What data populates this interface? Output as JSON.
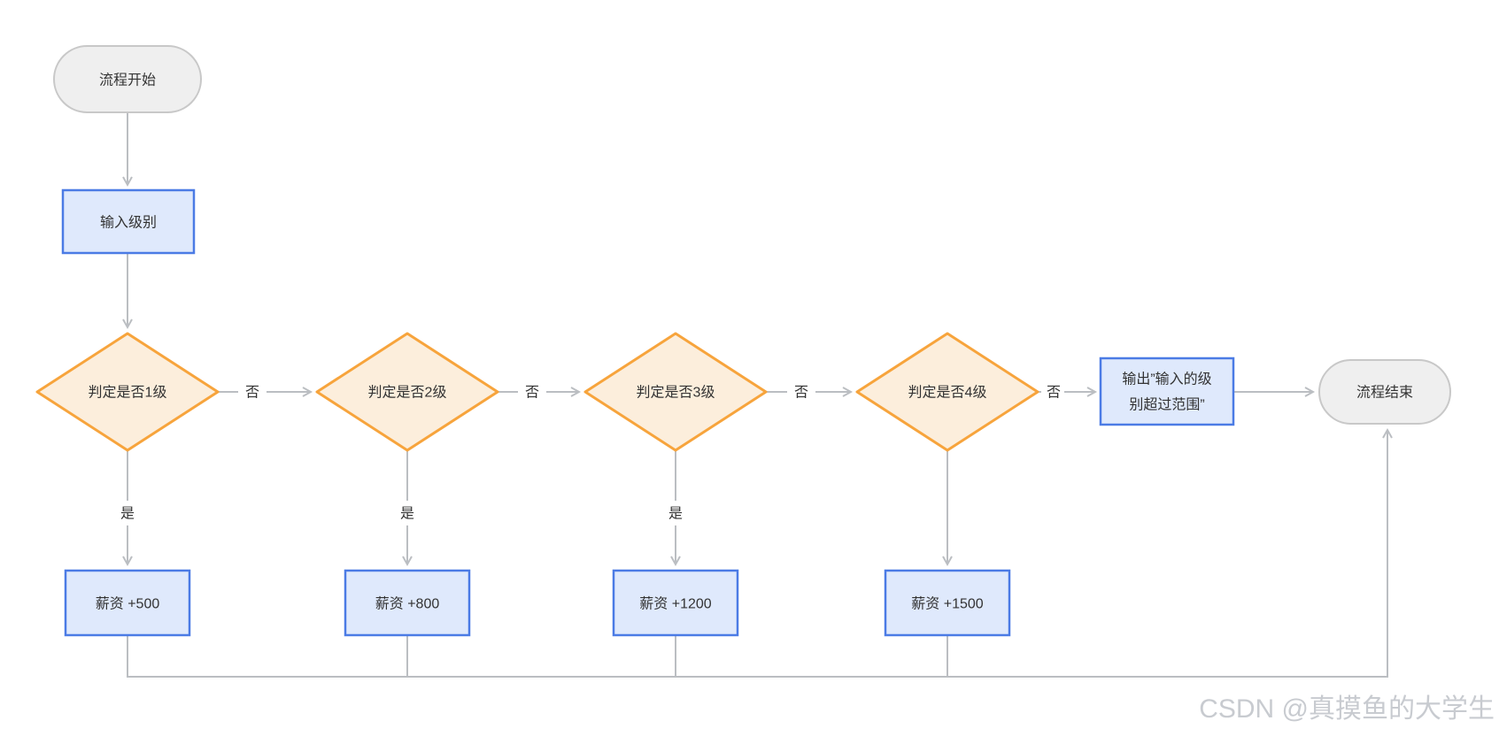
{
  "diagram": {
    "type": "flowchart",
    "watermark": "CSDN @真摸鱼的大学生",
    "nodes": {
      "start": {
        "shape": "stadium",
        "label": "流程开始"
      },
      "input": {
        "shape": "rect",
        "label": "输入级别"
      },
      "d1": {
        "shape": "diamond",
        "label": "判定是否1级"
      },
      "d2": {
        "shape": "diamond",
        "label": "判定是否2级"
      },
      "d3": {
        "shape": "diamond",
        "label": "判定是否3级"
      },
      "d4": {
        "shape": "diamond",
        "label": "判定是否4级"
      },
      "s1": {
        "shape": "rect",
        "label": "薪资 +500"
      },
      "s2": {
        "shape": "rect",
        "label": "薪资 +800"
      },
      "s3": {
        "shape": "rect",
        "label": "薪资 +1200"
      },
      "s4": {
        "shape": "rect",
        "label": "薪资 +1500"
      },
      "out_of_range": {
        "shape": "rect",
        "label": "输出”输入的级别超过范围”",
        "line1": "输出”输入的级",
        "line2": "别超过范围”"
      },
      "end": {
        "shape": "stadium",
        "label": "流程结束"
      }
    },
    "edges": [
      {
        "from": "start",
        "to": "input",
        "label": ""
      },
      {
        "from": "input",
        "to": "d1",
        "label": ""
      },
      {
        "from": "d1",
        "to": "d2",
        "label": "否"
      },
      {
        "from": "d2",
        "to": "d3",
        "label": "否"
      },
      {
        "from": "d3",
        "to": "d4",
        "label": "否"
      },
      {
        "from": "d4",
        "to": "out_of_range",
        "label": "否"
      },
      {
        "from": "out_of_range",
        "to": "end",
        "label": ""
      },
      {
        "from": "d1",
        "to": "s1",
        "label": "是"
      },
      {
        "from": "d2",
        "to": "s2",
        "label": "是"
      },
      {
        "from": "d3",
        "to": "s3",
        "label": "是"
      },
      {
        "from": "d4",
        "to": "s4",
        "label": ""
      },
      {
        "from": "s1,s2,s3,s4",
        "to": "end",
        "label": ""
      }
    ]
  },
  "colors": {
    "canvas_bg": "#ffffff",
    "stadium_fill": "#efefef",
    "stadium_border": "#c8c8c8",
    "rect_fill": "#dfe9fc",
    "rect_border": "#4b7be5",
    "diamond_fill": "#fceedc",
    "diamond_border": "#f7a43c",
    "line_color": "#bbbec2",
    "text_color": "#333333",
    "watermark_color": "#c8cbd0"
  }
}
